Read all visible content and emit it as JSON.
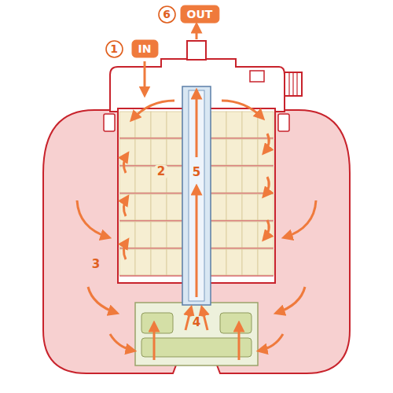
{
  "diagram": {
    "nodes": [
      {
        "text": [
          "1"
        ]
      },
      {
        "text": [
          "IN"
        ]
      },
      {
        "text": [
          "6"
        ]
      },
      {
        "text": [
          "OUT"
        ]
      }
    ],
    "labels": [
      "2",
      "5",
      "3",
      "4"
    ]
  }
}
